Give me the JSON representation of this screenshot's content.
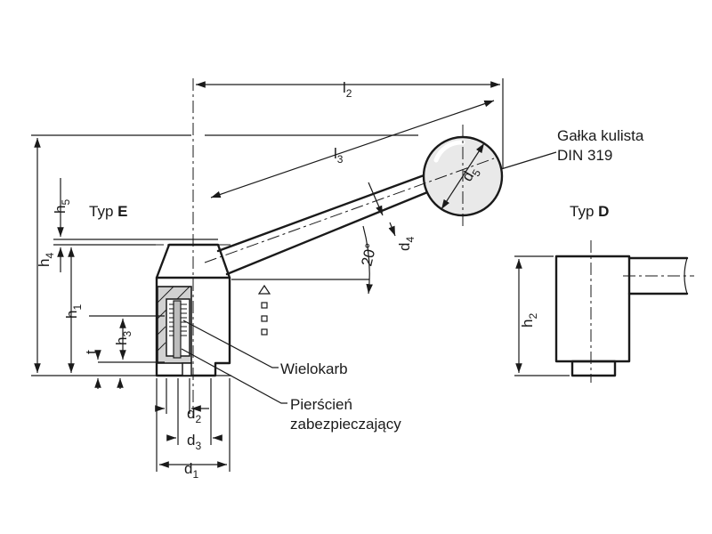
{
  "labels": {
    "typ_e_prefix": "Typ ",
    "typ_e_letter": "E",
    "typ_d_prefix": "Typ ",
    "typ_d_letter": "D",
    "galka_line1": "Gałka kulista",
    "galka_line2": "DIN 319",
    "wielokarb": "Wielokarb",
    "pierscien_line1": "Pierścień",
    "pierscien_line2": "zabezpieczający",
    "angle": "20°"
  },
  "dimensions": {
    "l2": {
      "base": "l",
      "sub": "2"
    },
    "l3": {
      "base": "l",
      "sub": "3"
    },
    "d1": {
      "base": "d",
      "sub": "1"
    },
    "d2": {
      "base": "d",
      "sub": "2"
    },
    "d3": {
      "base": "d",
      "sub": "3"
    },
    "d4": {
      "base": "d",
      "sub": "4"
    },
    "d5": {
      "base": "d",
      "sub": "5"
    },
    "h1": {
      "base": "h",
      "sub": "1"
    },
    "h2": {
      "base": "h",
      "sub": "2"
    },
    "h3": {
      "base": "h",
      "sub": "3"
    },
    "h4": {
      "base": "h",
      "sub": "4"
    },
    "h5": {
      "base": "h",
      "sub": "5"
    },
    "t": {
      "base": "t"
    }
  }
}
